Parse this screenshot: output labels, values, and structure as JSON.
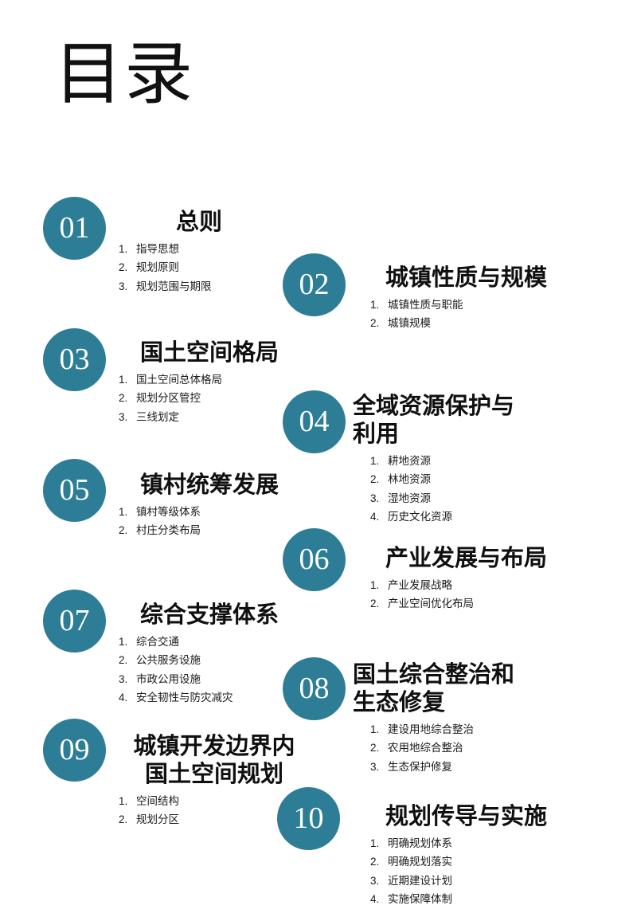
{
  "slide": {
    "title": "目录",
    "accent_color": "#2e7d96",
    "background_color": "#ffffff",
    "text_color": "#101010"
  },
  "entries": [
    {
      "number": "01",
      "title": "总则",
      "items": [
        "指导思想",
        "规划原则",
        "规划范围与期限"
      ]
    },
    {
      "number": "02",
      "title": "城镇性质与规模",
      "items": [
        "城镇性质与职能",
        "城镇规模"
      ]
    },
    {
      "number": "03",
      "title": "国土空间格局",
      "items": [
        "国土空间总体格局",
        "规划分区管控",
        "三线划定"
      ]
    },
    {
      "number": "04",
      "title": "全域资源保护与\n利用",
      "items": [
        "耕地资源",
        "林地资源",
        "湿地资源",
        "历史文化资源"
      ]
    },
    {
      "number": "05",
      "title": "镇村统筹发展",
      "items": [
        "镇村等级体系",
        "村庄分类布局"
      ]
    },
    {
      "number": "06",
      "title": "产业发展与布局",
      "items": [
        "产业发展战略",
        "产业空间优化布局"
      ]
    },
    {
      "number": "07",
      "title": "综合支撑体系",
      "items": [
        "综合交通",
        "公共服务设施",
        "市政公用设施",
        "安全韧性与防灾减灾"
      ]
    },
    {
      "number": "08",
      "title": "国土综合整治和\n生态修复",
      "items": [
        "建设用地综合整治",
        "农用地综合整治",
        "生态保护修复"
      ]
    },
    {
      "number": "09",
      "title": "城镇开发边界内\n国土空间规划",
      "items": [
        "空间结构",
        "规划分区"
      ]
    },
    {
      "number": "10",
      "title": "规划传导与实施",
      "items": [
        "明确规划体系",
        "明确规划落实",
        "近期建设计划",
        "实施保障体制"
      ]
    }
  ]
}
